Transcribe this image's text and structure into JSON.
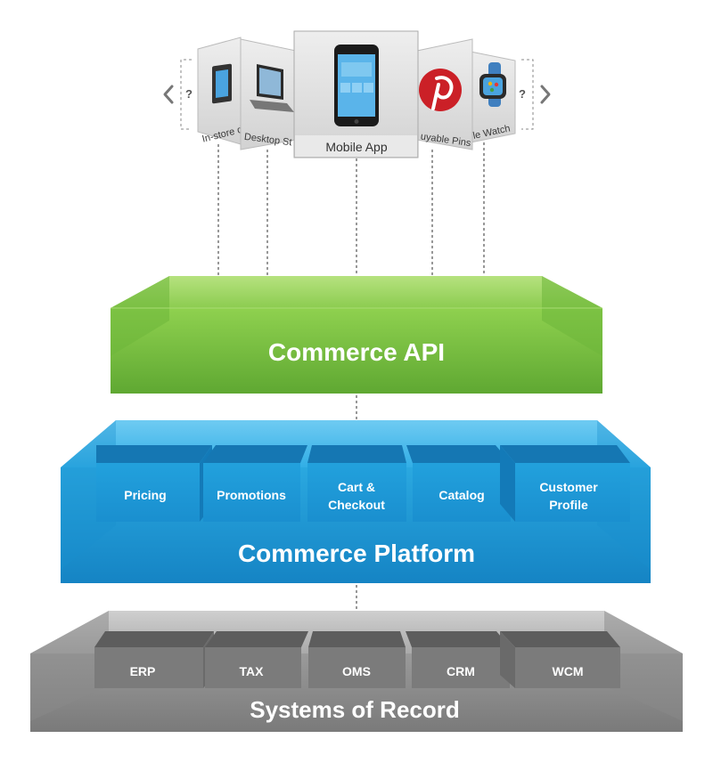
{
  "channels": {
    "left_placeholder": "?",
    "right_placeholder": "?",
    "items": [
      {
        "label": "In-store di",
        "icon": "tablet-kiosk-icon"
      },
      {
        "label": "Desktop St",
        "icon": "laptop-icon"
      },
      {
        "label": "Mobile App",
        "icon": "smartphone-icon"
      },
      {
        "label": "uyable Pins",
        "icon": "pinterest-icon"
      },
      {
        "label": "le Watch",
        "icon": "smartwatch-icon"
      }
    ]
  },
  "api_layer": {
    "title": "Commerce API",
    "color": "#7cc242"
  },
  "platform_layer": {
    "title": "Commerce Platform",
    "color": "#1e9bd7",
    "modules": [
      {
        "line1": "Pricing",
        "line2": ""
      },
      {
        "line1": "Promotions",
        "line2": ""
      },
      {
        "line1": "Cart &",
        "line2": "Checkout"
      },
      {
        "line1": "Catalog",
        "line2": ""
      },
      {
        "line1": "Customer",
        "line2": "Profile"
      }
    ]
  },
  "record_layer": {
    "title": "Systems of Record",
    "color": "#7a7a7a",
    "systems": [
      "ERP",
      "TAX",
      "OMS",
      "CRM",
      "WCM"
    ]
  }
}
